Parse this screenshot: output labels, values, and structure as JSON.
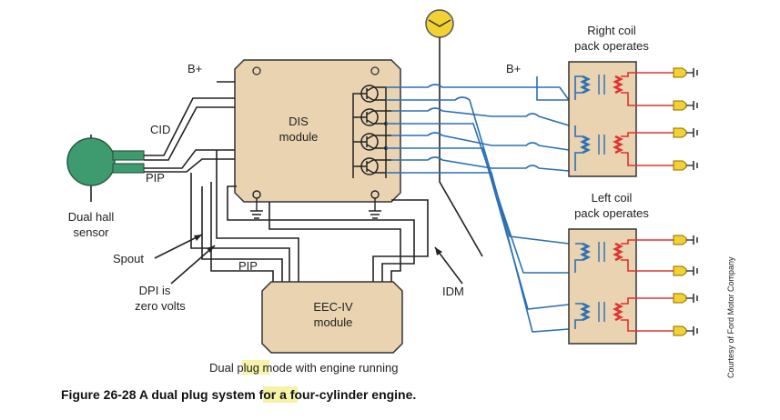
{
  "labels": {
    "b_plus_left": "B+",
    "b_plus_right": "B+",
    "cid": "CID",
    "pip_top": "PIP",
    "dis_line1": "DIS",
    "dis_line2": "module",
    "dual_hall_line1": "Dual hall",
    "dual_hall_line2": "sensor",
    "spout": "Spout",
    "pip_bottom": "PIP",
    "dpi_line1": "DPI is",
    "dpi_line2": "zero volts",
    "eec_line1": "EEC-IV",
    "eec_line2": "module",
    "idm": "IDM",
    "right_coil_line1": "Right coil",
    "right_coil_line2": "pack operates",
    "left_coil_line1": "Left coil",
    "left_coil_line2": "pack operates",
    "credit": "Courtesy of Ford Motor Company"
  },
  "caption": {
    "mode_before": "Dual ",
    "mode_highlight": "plug",
    "mode_after": " mode with engine running",
    "figure_number": "Figure 26-28",
    "figure_before": " A dual ",
    "figure_highlight": "plug",
    "figure_after": " system for a four-cylinder engine."
  },
  "colors": {
    "module_fill": "#E9D3B0",
    "sensor_green": "#3E9B6F",
    "wire_blue": "#2B6FB5",
    "wire_red": "#D33333",
    "meter_yellow": "#F2D233",
    "highlight": "#F6F3A8"
  }
}
